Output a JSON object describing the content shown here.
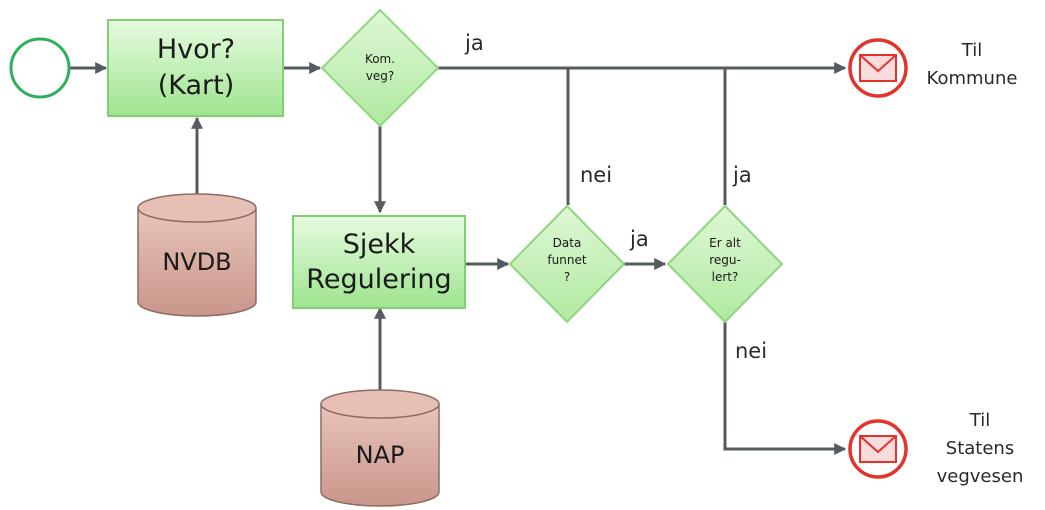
{
  "nodes": {
    "hvor_kart": {
      "lines": [
        "Hvor?",
        "(Kart)"
      ]
    },
    "kom_veg": {
      "lines": [
        "Kom.",
        "veg?"
      ]
    },
    "nvdb": {
      "label": "NVDB"
    },
    "sjekk_regulering": {
      "lines": [
        "Sjekk",
        "Regulering"
      ]
    },
    "data_funnet": {
      "lines": [
        "Data",
        "funnet",
        "?"
      ]
    },
    "er_alt_regulert": {
      "lines": [
        "Er alt",
        "regu-",
        "lert?"
      ]
    },
    "nap": {
      "label": "NAP"
    },
    "til_kommune": {
      "lines": [
        "Til",
        "Kommune"
      ]
    },
    "til_statens_vegvesen": {
      "lines": [
        "Til",
        "Statens",
        "vegvesen"
      ]
    }
  },
  "edge_labels": {
    "kom_veg_ja": "ja",
    "data_funnet_nei": "nei",
    "er_alt_regulert_ja": "ja",
    "data_funnet_ja": "ja",
    "er_alt_regulert_nei": "nei"
  },
  "colors": {
    "task_fill_top": "#e6fbe0",
    "task_fill_bottom": "#9fe48f",
    "task_stroke": "#7fcf73",
    "decision_fill": "#c2efb4",
    "decision_stroke": "#8ed67f",
    "db_fill": "#d9aca0",
    "db_stroke": "#8f6b62",
    "start_stroke": "#2eb15a",
    "end_stroke": "#e2332d",
    "connector": "#555c5f"
  },
  "icons": {
    "start": "circle-start-event",
    "end": "envelope-end-event",
    "database": "cylinder-database"
  }
}
